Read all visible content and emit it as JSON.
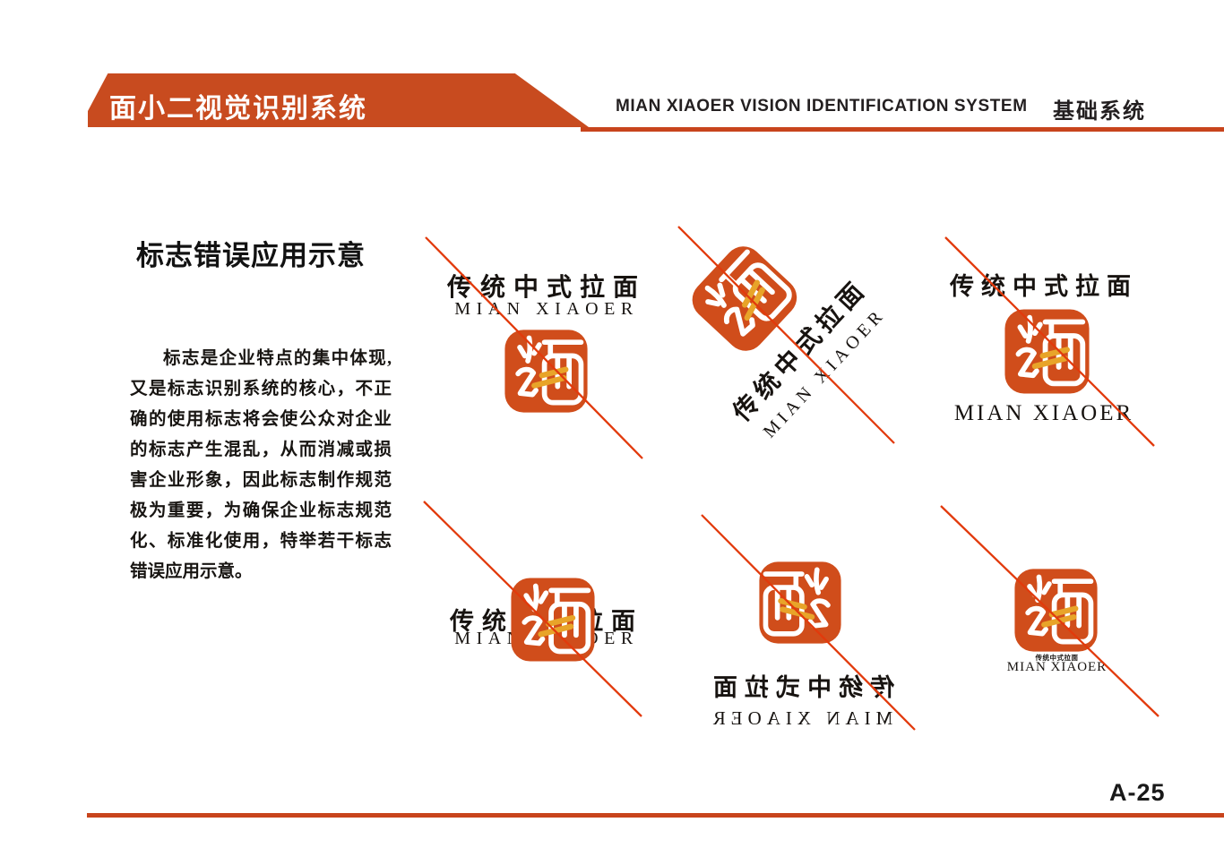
{
  "header": {
    "title_zh": "面小二视觉识别系统",
    "title_en": "MIAN XIAOER VISION IDENTIFICATION SYSTEM",
    "section_label": "基础系统"
  },
  "main": {
    "heading": "标志错误应用示意",
    "paragraph": "标志是企业特点的集中体现,又是标志识别系统的核心，不正确的使用标志将会使公众对企业的标志产生混乱，从而消减或损害企业形象，因此标志制作规范极为重要，为确保企业标志规范化、标准化使用，特举若干标志错误应用示意。"
  },
  "logo": {
    "tagline_zh": "传统中式拉面",
    "wordmark_en": "MIAN XIAOER"
  },
  "footer": {
    "page_number": "A-25"
  },
  "colors": {
    "brand": "#c84b1f",
    "brand-dark": "#c8441c",
    "seal": "#d04d1b",
    "gold": "#e8a429",
    "crossout": "#e23a0c",
    "ink": "#231f20"
  }
}
